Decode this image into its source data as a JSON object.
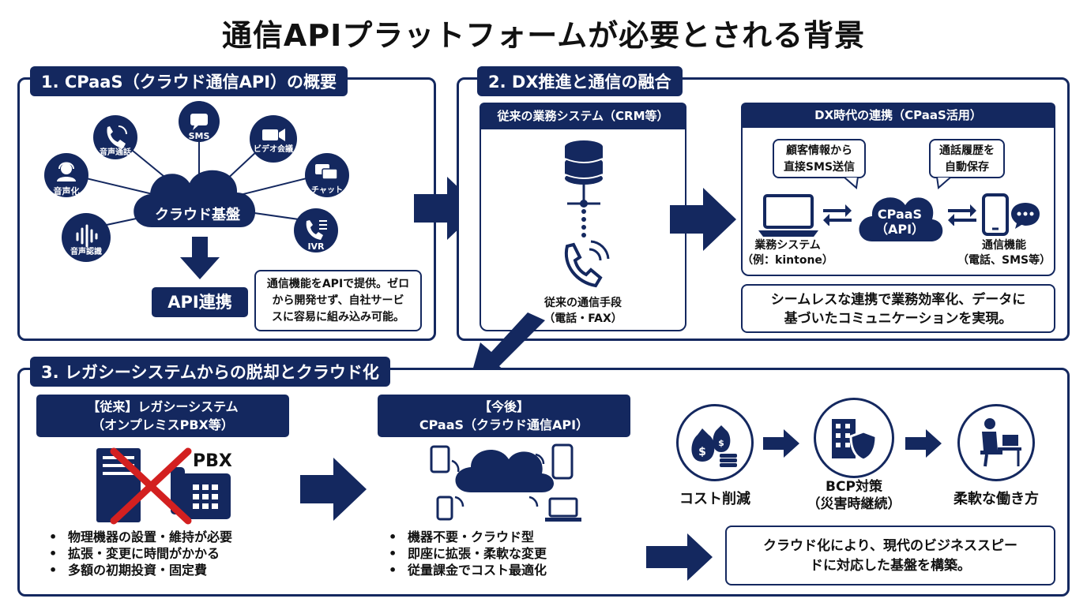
{
  "title": "通信APIプラットフォームが必要とされる背景",
  "section1": {
    "heading": "1. CPaaS（クラウド通信API）の概要",
    "cloud_label": "クラウド基盤",
    "services": [
      "SMS",
      "ビデオ会議",
      "チャット",
      "IVR",
      "音声認識",
      "音声化",
      "音声通話"
    ],
    "api_label": "API連携",
    "note": [
      "通信機能をAPIで提供。ゼロ",
      "から開発せず、自社サービ",
      "スに容易に組み込み可能。"
    ]
  },
  "section2": {
    "heading": "2. DX推進と通信の融合",
    "legacy_title": "従来の業務システム（CRM等）",
    "legacy_caption": [
      "従来の通信手段",
      "（電話・FAX）"
    ],
    "dx_title": "DX時代の連携（CPaaS活用）",
    "bubble_left": [
      "顧客情報から",
      "直接SMS送信"
    ],
    "bubble_right": [
      "通話履歴を",
      "自動保存"
    ],
    "cpaas_label": [
      "CPaaS",
      "（API）"
    ],
    "business_system": [
      "業務システム",
      "（例：kintone）"
    ],
    "comm_function": [
      "通信機能",
      "（電話、SMS等）"
    ],
    "summary": [
      "シームレスな連携で業務効率化、データに",
      "基づいたコミュニケーションを実現。"
    ]
  },
  "section3": {
    "heading": "3. レガシーシステムからの脱却とクラウド化",
    "legacy_title": [
      "【従来】レガシーシステム",
      "（オンプレミスPBX等）"
    ],
    "pbx_label": "PBX",
    "legacy_bullets": [
      "物理機器の設置・維持が必要",
      "拡張・変更に時間がかかる",
      "多額の初期投資・固定費"
    ],
    "future_title": [
      "【今後】",
      "CPaaS（クラウド通信API）"
    ],
    "future_bullets": [
      "機器不要・クラウド型",
      "即座に拡張・柔軟な変更",
      "従量課金でコスト最適化"
    ],
    "benefits": [
      "コスト削減",
      "BCP対策",
      "柔軟な働き方"
    ],
    "bcp_sub": "（災害時継続）",
    "summary": [
      "クラウド化により、現代のビジネススピー",
      "ドに対応した基盤を構築。"
    ]
  },
  "colors": {
    "navy": "#14285f",
    "alert_red": "#d32020"
  }
}
